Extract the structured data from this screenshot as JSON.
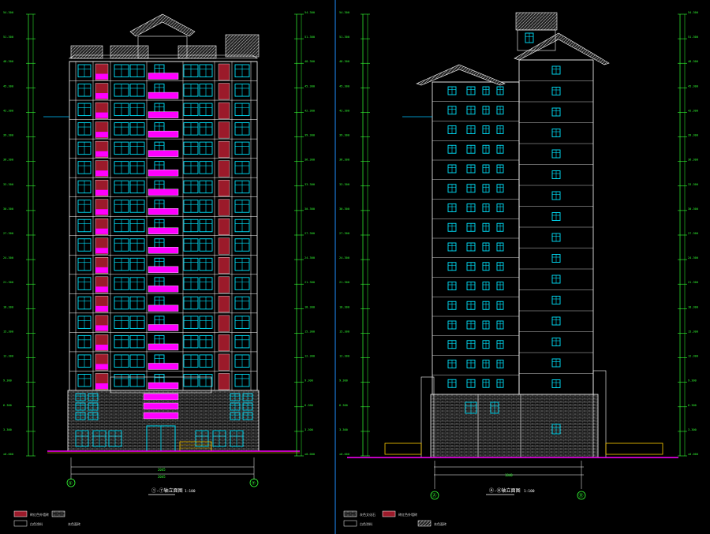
{
  "colors": {
    "background": "#000000",
    "outline": "#ffffff",
    "window": "#00e5ff",
    "balcony": "#ff00ff",
    "brick": "#9b1a2a",
    "dimension": "#33ff33",
    "ground": "#ff00ff",
    "gold": "#ffcc00",
    "axis": "#00bfff",
    "cyan_line": "#2090ff"
  },
  "front_elevation": {
    "title_mark": "①-⑦轴立面图",
    "scale": "1:100",
    "axis_left": "①",
    "axis_right": "⑦",
    "floors": 17,
    "bottom_dim": "2045",
    "total_dim": "2045"
  },
  "side_elevation": {
    "title_mark": "Ⓐ-Ⓗ轴立面图",
    "scale": "1:100",
    "axis_left": "Ⓐ",
    "axis_right": "Ⓗ",
    "floors": 16,
    "bottom_dim": "1840"
  },
  "level_labels": [
    "±0.000",
    "3.300",
    "6.300",
    "9.300",
    "12.300",
    "15.300",
    "18.300",
    "21.300",
    "24.300",
    "27.300",
    "30.300",
    "33.300",
    "36.300",
    "39.300",
    "42.300",
    "45.300",
    "48.300",
    "51.300",
    "54.300"
  ],
  "legend": {
    "left": [
      {
        "swatch": "brick",
        "label": "砖红色外墙砖"
      },
      {
        "swatch": "white",
        "label": "白色涂料"
      },
      {
        "swatch": "hatch",
        "label": "灰色面砖"
      }
    ],
    "right": [
      {
        "swatch": "hatch",
        "label": "灰色文化石"
      },
      {
        "swatch": "brick",
        "label": "砖红色外墙砖"
      },
      {
        "swatch": "white",
        "label": "白色涂料"
      },
      {
        "swatch": "hatch2",
        "label": "灰色面砖"
      }
    ]
  }
}
